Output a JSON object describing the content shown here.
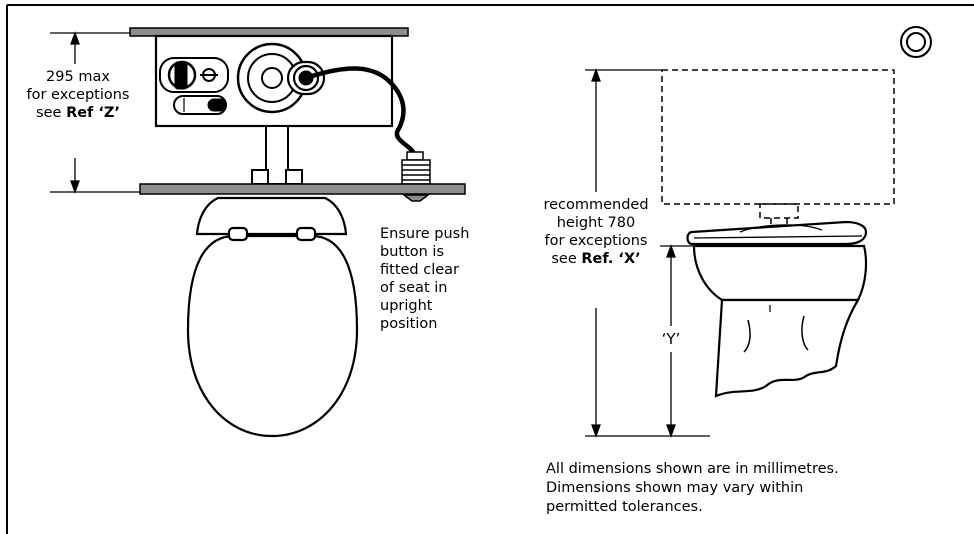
{
  "left_view": {
    "dimension": {
      "line1": "295 max",
      "line2": "for exceptions",
      "line3_prefix": "see ",
      "line3_ref": "Ref ‘Z’"
    },
    "note_lines": [
      "Ensure push",
      "button is",
      "fitted clear",
      "of seat in",
      "upright",
      "position"
    ]
  },
  "right_view": {
    "height_label": {
      "line1": "recommended",
      "line2": "height 780",
      "line3": "for exceptions",
      "line4_prefix": "see ",
      "line4_ref": "Ref. ‘X’"
    },
    "y_label": "‘Y’"
  },
  "footnote_lines": [
    "All dimensions shown are in millimetres.",
    "Dimensions shown may vary within",
    "permitted tolerances."
  ]
}
